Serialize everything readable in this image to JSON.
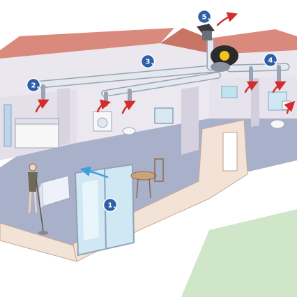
{
  "diagram": {
    "markers": [
      {
        "id": "1",
        "label": "1"
      },
      {
        "id": "2",
        "label": "2"
      },
      {
        "id": "3",
        "label": "3"
      },
      {
        "id": "4",
        "label": "4"
      },
      {
        "id": "5",
        "label": "5"
      }
    ],
    "colors": {
      "marker": "#2f5fa8",
      "duct": "#e4e8ef",
      "extract_arrow": "#d62b2b",
      "supply_arrow": "#3aa0e0",
      "roof": "#d98a7c",
      "floor": "#a9b0c9",
      "wall": "#f3e2d6",
      "lawn": "#cfe6c8"
    }
  }
}
